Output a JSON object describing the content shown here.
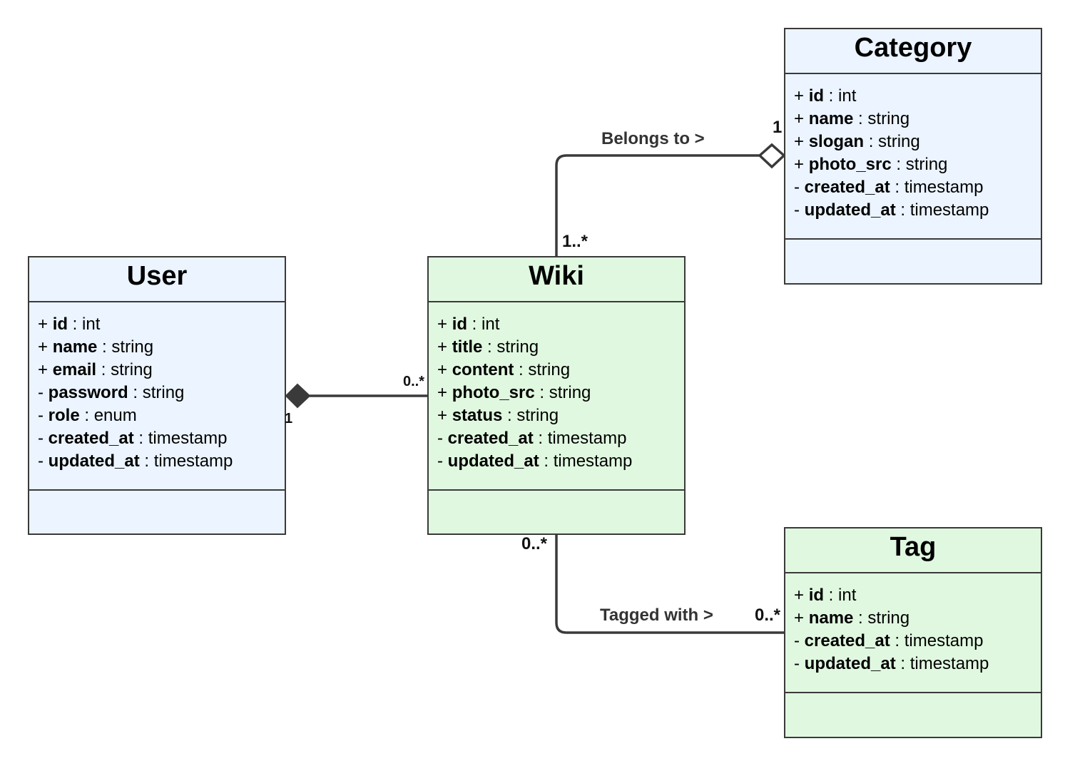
{
  "classes": {
    "user": {
      "name": "User",
      "attributes": [
        {
          "visibility": "+",
          "name": "id",
          "type": "int"
        },
        {
          "visibility": "+",
          "name": "name",
          "type": "string"
        },
        {
          "visibility": "+",
          "name": "email",
          "type": "string"
        },
        {
          "visibility": "-",
          "name": "password",
          "type": "string"
        },
        {
          "visibility": "-",
          "name": "role",
          "type": "enum"
        },
        {
          "visibility": "-",
          "name": "created_at",
          "type": "timestamp"
        },
        {
          "visibility": "-",
          "name": "updated_at",
          "type": "timestamp"
        }
      ]
    },
    "wiki": {
      "name": "Wiki",
      "attributes": [
        {
          "visibility": "+",
          "name": "id",
          "type": "int"
        },
        {
          "visibility": "+",
          "name": "title",
          "type": "string"
        },
        {
          "visibility": "+",
          "name": "content",
          "type": "string"
        },
        {
          "visibility": "+",
          "name": "photo_src",
          "type": "string"
        },
        {
          "visibility": "+",
          "name": "status",
          "type": "string"
        },
        {
          "visibility": "-",
          "name": "created_at",
          "type": "timestamp"
        },
        {
          "visibility": "-",
          "name": "updated_at",
          "type": "timestamp"
        }
      ]
    },
    "category": {
      "name": "Category",
      "attributes": [
        {
          "visibility": "+",
          "name": "id",
          "type": "int"
        },
        {
          "visibility": "+",
          "name": "name",
          "type": "string"
        },
        {
          "visibility": "+",
          "name": "slogan",
          "type": "string"
        },
        {
          "visibility": "+",
          "name": "photo_src",
          "type": "string"
        },
        {
          "visibility": "-",
          "name": "created_at",
          "type": "timestamp"
        },
        {
          "visibility": "-",
          "name": "updated_at",
          "type": "timestamp"
        }
      ]
    },
    "tag": {
      "name": "Tag",
      "attributes": [
        {
          "visibility": "+",
          "name": "id",
          "type": "int"
        },
        {
          "visibility": "+",
          "name": "name",
          "type": "string"
        },
        {
          "visibility": "-",
          "name": "created_at",
          "type": "timestamp"
        },
        {
          "visibility": "-",
          "name": "updated_at",
          "type": "timestamp"
        }
      ]
    }
  },
  "relations": {
    "user_wiki": {
      "kind": "composition",
      "source_mult": "1",
      "target_mult": "0..*"
    },
    "wiki_category": {
      "kind": "aggregation",
      "label": "Belongs to >",
      "source_mult": "1..*",
      "target_mult": "1"
    },
    "wiki_tag": {
      "kind": "association",
      "label": "Tagged with >",
      "source_mult": "0..*",
      "target_mult": "0..*"
    }
  },
  "colors": {
    "blue_fill": "#ebf4ff",
    "green_fill": "#e0f8e0",
    "line": "#3a3a3a"
  }
}
